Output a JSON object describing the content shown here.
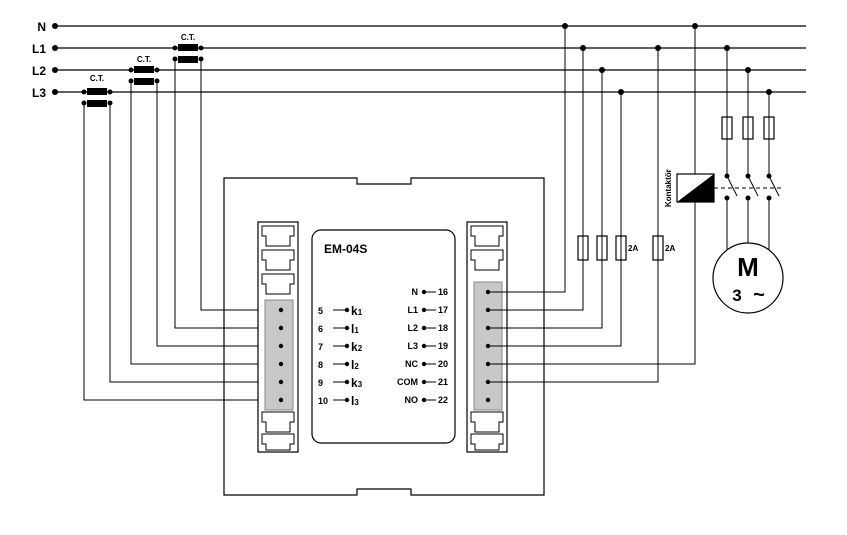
{
  "lines": [
    "N",
    "L1",
    "L2",
    "L3"
  ],
  "ct_label": "C.T.",
  "device": {
    "model": "EM-04S",
    "left_terminals": [
      {
        "num": "5",
        "name": "k",
        "sub": "1"
      },
      {
        "num": "6",
        "name": "l",
        "sub": "1"
      },
      {
        "num": "7",
        "name": "k",
        "sub": "2"
      },
      {
        "num": "8",
        "name": "l",
        "sub": "2"
      },
      {
        "num": "9",
        "name": "k",
        "sub": "3"
      },
      {
        "num": "10",
        "name": "l",
        "sub": "3"
      }
    ],
    "right_terminals": [
      {
        "name": "N",
        "num": "16"
      },
      {
        "name": "L1",
        "num": "17"
      },
      {
        "name": "L2",
        "num": "18"
      },
      {
        "name": "L3",
        "num": "19"
      },
      {
        "name": "NC",
        "num": "20"
      },
      {
        "name": "COM",
        "num": "21"
      },
      {
        "name": "NO",
        "num": "22"
      }
    ]
  },
  "fuse_label": "2A",
  "contactor_label": "Kontaktör",
  "motor": {
    "letter": "M",
    "phase": "3",
    "symbol": "~"
  }
}
